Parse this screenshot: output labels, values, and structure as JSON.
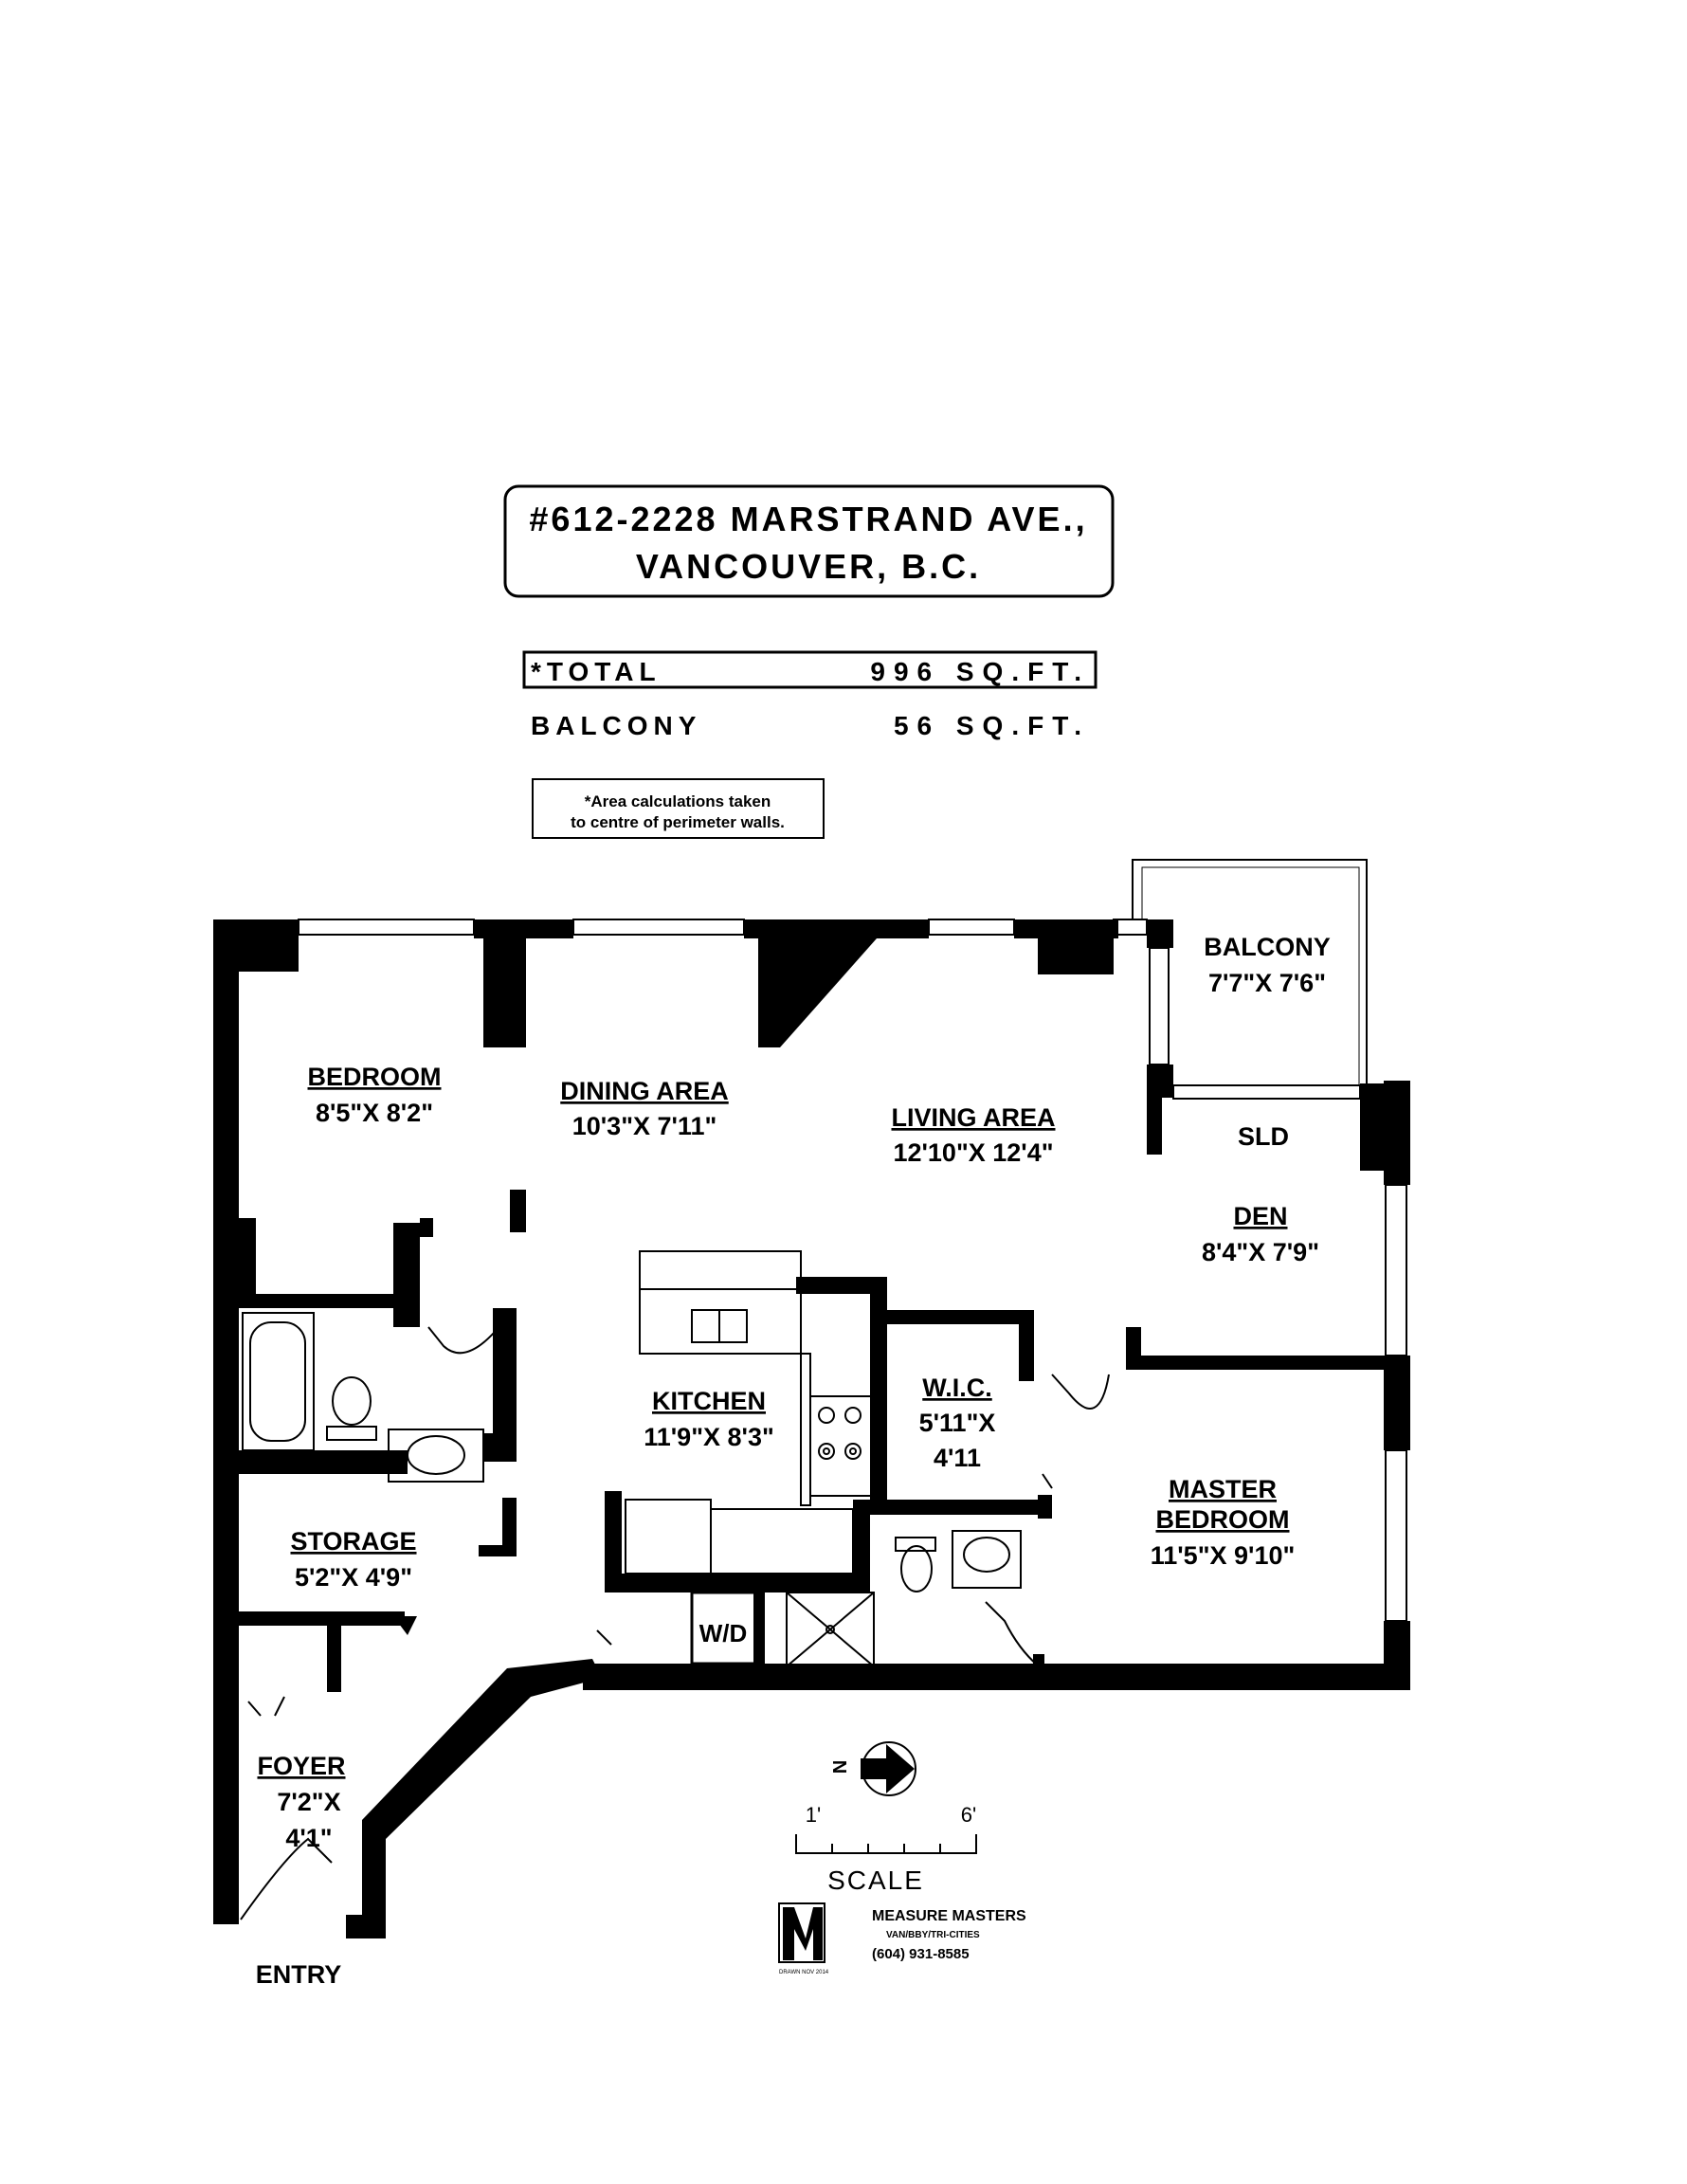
{
  "header": {
    "address_line1": "#612-2228 MARSTRAND AVE.,",
    "address_line2": "VANCOUVER, B.C."
  },
  "areas": {
    "total_label": "*TOTAL",
    "total_value": "996 SQ.FT.",
    "balcony_label": "BALCONY",
    "balcony_value": "56 SQ.FT."
  },
  "note": {
    "line1": "*Area calculations taken",
    "line2": "to centre of perimeter walls."
  },
  "rooms": {
    "bedroom": {
      "name": "BEDROOM",
      "dims": "8'5\"X 8'2\""
    },
    "dining": {
      "name": "DINING AREA",
      "dims": "10'3\"X 7'11\""
    },
    "living": {
      "name": "LIVING AREA",
      "dims": "12'10\"X 12'4\""
    },
    "balcony": {
      "name": "BALCONY",
      "dims": "7'7\"X 7'6\""
    },
    "sld": "SLD",
    "den": {
      "name": "DEN",
      "dims": "8'4\"X 7'9\""
    },
    "kitchen": {
      "name": "KITCHEN",
      "dims": "11'9\"X 8'3\""
    },
    "wic": {
      "name": "W.I.C.",
      "dims1": "5'11\"X",
      "dims2": "4'11"
    },
    "master": {
      "name1": "MASTER",
      "name2": "BEDROOM",
      "dims": "11'5\"X 9'10\""
    },
    "storage": {
      "name": "STORAGE",
      "dims": "5'2\"X 4'9\""
    },
    "wd": "W/D",
    "foyer": {
      "name": "FOYER",
      "dims1": "7'2\"X",
      "dims2": "4'1\""
    },
    "entry": "ENTRY"
  },
  "legend": {
    "north": "N",
    "scale_start": "1'",
    "scale_end": "6'",
    "scale_label": "SCALE"
  },
  "logo": {
    "company": "MEASURE MASTERS",
    "regions": "VAN/BBY/TRI-CITIES",
    "phone": "(604) 931-8585",
    "drawn": "DRAWN NOV 2014"
  }
}
